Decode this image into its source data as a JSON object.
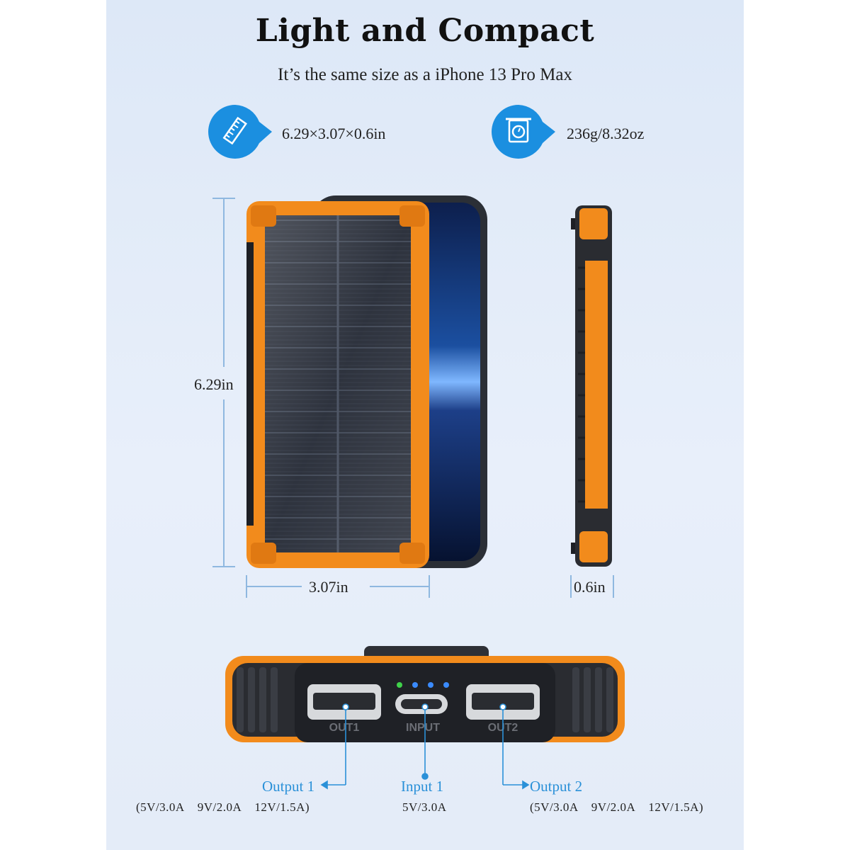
{
  "header": {
    "title": "Light and Compact",
    "subtitle": "It’s the same size as a iPhone 13 Pro Max"
  },
  "specs": {
    "size_icon": "ruler-icon",
    "size_text": "6.29×3.07×0.6in",
    "weight_icon": "scale-icon",
    "weight_text": "236g/8.32oz"
  },
  "dimensions": {
    "height": "6.29in",
    "width": "3.07in",
    "depth": "0.6in"
  },
  "ports": {
    "out1_label": "OUT1",
    "input_label": "INPUT",
    "out2_label": "OUT2",
    "output1": "Output 1",
    "input1": "Input 1",
    "output2": "Output 2",
    "output1_spec": "(5V/3.0A    9V/2.0A    12V/1.5A)",
    "input1_spec": "5V/3.0A",
    "output2_spec": "(5V/3.0A    9V/2.0A    12V/1.5A)"
  },
  "colors": {
    "accent_blue": "#1b8fe0",
    "device_orange": "#f28b1c",
    "panel_bg": "#dde8f7"
  }
}
